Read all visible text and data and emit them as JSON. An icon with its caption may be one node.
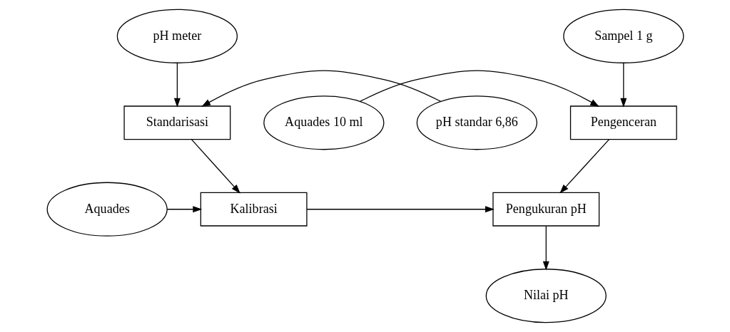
{
  "diagram": {
    "nodes": [
      {
        "text": [
          "pH meter"
        ]
      },
      {
        "text": [
          "pH standar 6,86"
        ]
      },
      {
        "text": [
          "Standarisasi"
        ]
      },
      {
        "text": [
          "Sampel 1 g"
        ]
      },
      {
        "text": [
          "Aquades 10 ml"
        ]
      },
      {
        "text": [
          "Pengenceran"
        ]
      },
      {
        "text": [
          "Aquades"
        ]
      },
      {
        "text": [
          "Kalibrasi"
        ]
      },
      {
        "text": [
          "Pengukuran pH"
        ]
      },
      {
        "text": [
          "Nilai pH"
        ]
      }
    ],
    "edges": [
      {
        "from": 0,
        "to": 2,
        "arrow": "to"
      },
      {
        "from": 1,
        "to": 2,
        "arrow": "to"
      },
      {
        "from": 2,
        "to": 7,
        "arrow": "to"
      },
      {
        "from": 3,
        "to": 5,
        "arrow": "to"
      },
      {
        "from": 4,
        "to": 5,
        "arrow": "to"
      },
      {
        "from": 6,
        "to": 7,
        "arrow": "to"
      },
      {
        "from": 7,
        "to": 8,
        "arrow": "to"
      },
      {
        "from": 5,
        "to": 8,
        "arrow": "to"
      },
      {
        "from": 8,
        "to": 9,
        "arrow": "to"
      }
    ]
  }
}
